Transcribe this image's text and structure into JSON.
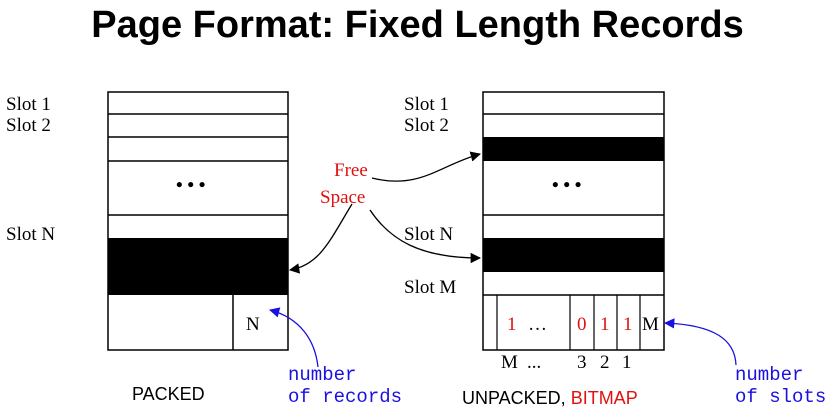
{
  "title": "Page Format: Fixed Length Records",
  "packed": {
    "slot1": "Slot 1",
    "slot2": "Slot 2",
    "ellipsis": "• • •",
    "slotN": "Slot N",
    "count": "N",
    "label": "PACKED",
    "note_line1": "number",
    "note_line2": "of records"
  },
  "free_space": {
    "line1": "Free",
    "line2": "Space"
  },
  "unpacked": {
    "slot1": "Slot 1",
    "slot2": "Slot 2",
    "ellipsis": "• • •",
    "slotN": "Slot N",
    "slotM": "Slot M",
    "bitmap_cells": [
      "1",
      "…",
      "0",
      "1",
      "1",
      "M"
    ],
    "index_labels": [
      "M",
      "...",
      "3",
      "2",
      "1"
    ],
    "label_prefix": "UNPACKED, ",
    "label_highlight": "BITMAP",
    "note_line1": "number",
    "note_line2": "of slots"
  },
  "colors": {
    "red": "#e01010",
    "blue": "#1a10e0",
    "black": "#000000"
  }
}
